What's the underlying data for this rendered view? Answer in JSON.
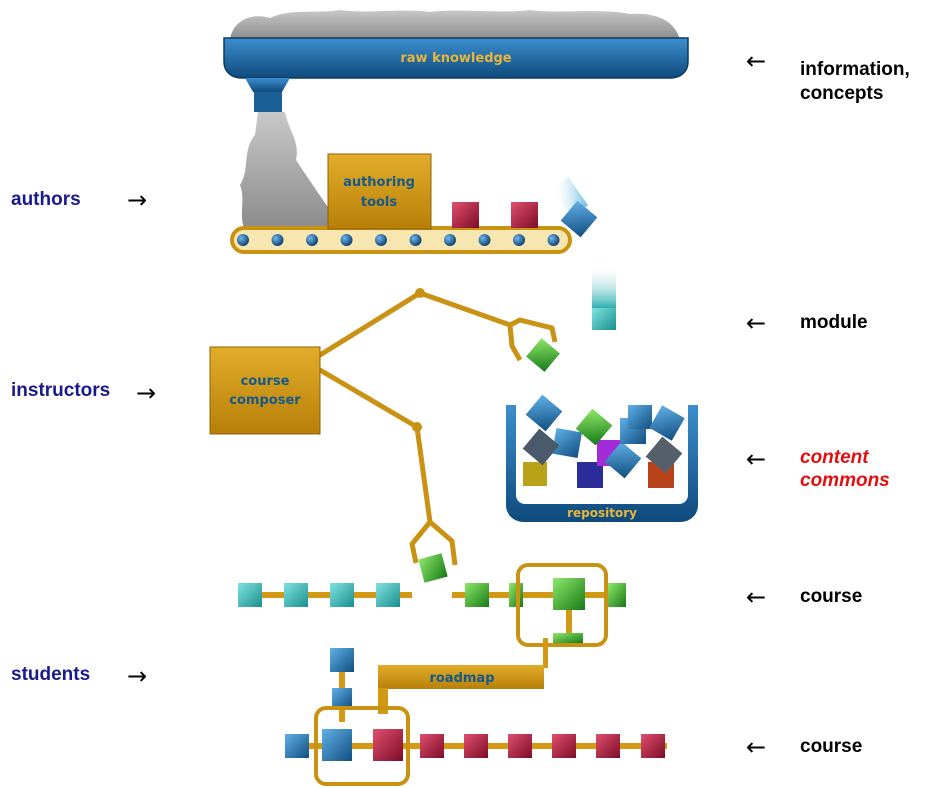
{
  "labels": {
    "raw_knowledge": "raw knowledge",
    "authoring_tools_line1": "authoring",
    "authoring_tools_line2": "tools",
    "course_composer_line1": "course",
    "course_composer_line2": "composer",
    "repository": "repository",
    "roadmap": "roadmap"
  },
  "roles": {
    "authors": "authors",
    "instructors": "instructors",
    "students": "students"
  },
  "annotations": {
    "information_line1": "information,",
    "information_line2": "concepts",
    "module": "module",
    "content_commons_line1": "content",
    "content_commons_line2": "commons",
    "course_top": "course",
    "course_bottom": "course"
  },
  "glyphs": {
    "right_arrow": "→",
    "left_arrow": "←"
  },
  "colors": {
    "blue_module": "#1d6aa3",
    "teal_module": "#2fb7b7",
    "green_module": "#2aa82a",
    "red_module": "#b5173a",
    "gold": "#d29a14",
    "label_blue": "#1a1a8c",
    "commons_red": "#e01010"
  }
}
